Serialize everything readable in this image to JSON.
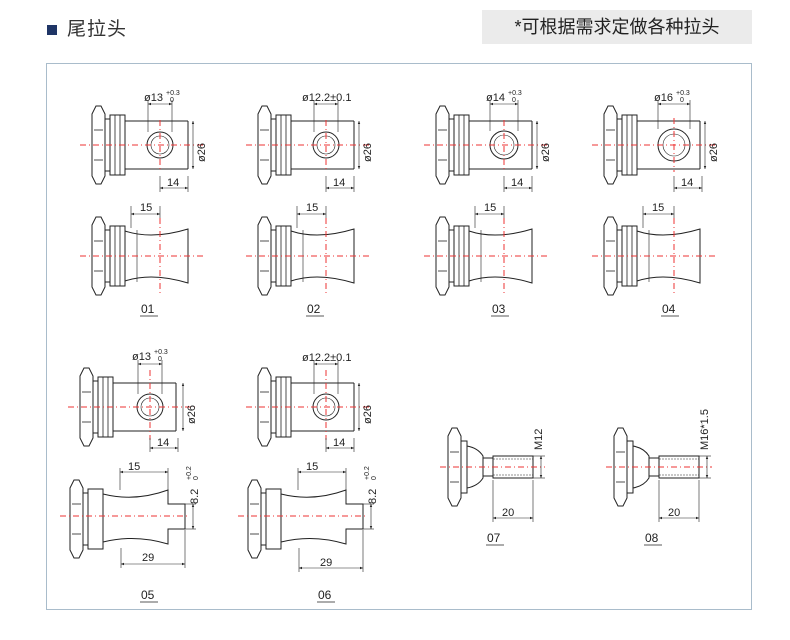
{
  "header": {
    "title": "尾拉头",
    "note": "*可根据需求定做各种拉头"
  },
  "parts": {
    "p01": {
      "number": "01",
      "hole": "ø13",
      "hole_tol_upper": "+0.3",
      "hole_tol_lower": "0",
      "dia": "ø26",
      "len_top": "14",
      "len_bottom": "15"
    },
    "p02": {
      "number": "02",
      "hole": "ø12.2±0.1",
      "dia": "ø26",
      "len_top": "14",
      "len_bottom": "15"
    },
    "p03": {
      "number": "03",
      "hole": "ø14",
      "hole_tol_upper": "+0.3",
      "hole_tol_lower": "0",
      "dia": "ø26",
      "len_top": "14",
      "len_bottom": "15"
    },
    "p04": {
      "number": "04",
      "hole": "ø16",
      "hole_tol_upper": "+0.3",
      "hole_tol_lower": "0",
      "dia": "ø26",
      "len_top": "14",
      "len_bottom": "15"
    },
    "p05": {
      "number": "05",
      "hole": "ø13",
      "hole_tol_upper": "+0.3",
      "hole_tol_lower": "0",
      "dia": "ø26",
      "len_top": "14",
      "len_slot": "15",
      "slot_w": "8.2",
      "slot_tol_upper": "+0.2",
      "slot_tol_lower": "0",
      "len_total": "29"
    },
    "p06": {
      "number": "06",
      "hole": "ø12.2±0.1",
      "dia": "ø26",
      "len_top": "14",
      "len_slot": "15",
      "slot_w": "8.2",
      "slot_tol_upper": "+0.2",
      "slot_tol_lower": "0",
      "len_total": "29"
    },
    "p07": {
      "number": "07",
      "thread": "M12",
      "len": "20"
    },
    "p08": {
      "number": "08",
      "thread": "M16*1.5",
      "len": "20"
    }
  }
}
